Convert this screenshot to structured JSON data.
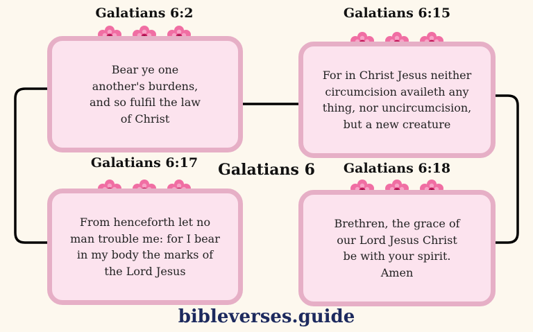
{
  "title": "Galatians 6",
  "footer": "bibleverses.guide",
  "colors": {
    "card_fill": "#fce3ee",
    "card_border": "#e6afc6",
    "flower": "#f06ea3",
    "connector": "#000000",
    "footer_text": "#1d2a5e"
  },
  "icons": {
    "decoration": "pink-flower-icon"
  },
  "verses": [
    {
      "reference": "Galatians 6:2",
      "text": "Bear ye one\nanother's burdens,\nand so fulfil the law\nof Christ"
    },
    {
      "reference": "Galatians 6:15",
      "text": "For in Christ Jesus neither\ncircumcision availeth any\nthing, nor uncircumcision,\nbut a new creature"
    },
    {
      "reference": "Galatians 6:17",
      "text": "From henceforth let no\nman trouble me: for I bear\nin my body the marks of\nthe Lord Jesus"
    },
    {
      "reference": "Galatians 6:18",
      "text": "Brethren, the grace of\nour Lord Jesus Christ\nbe with your spirit.\nAmen"
    }
  ]
}
